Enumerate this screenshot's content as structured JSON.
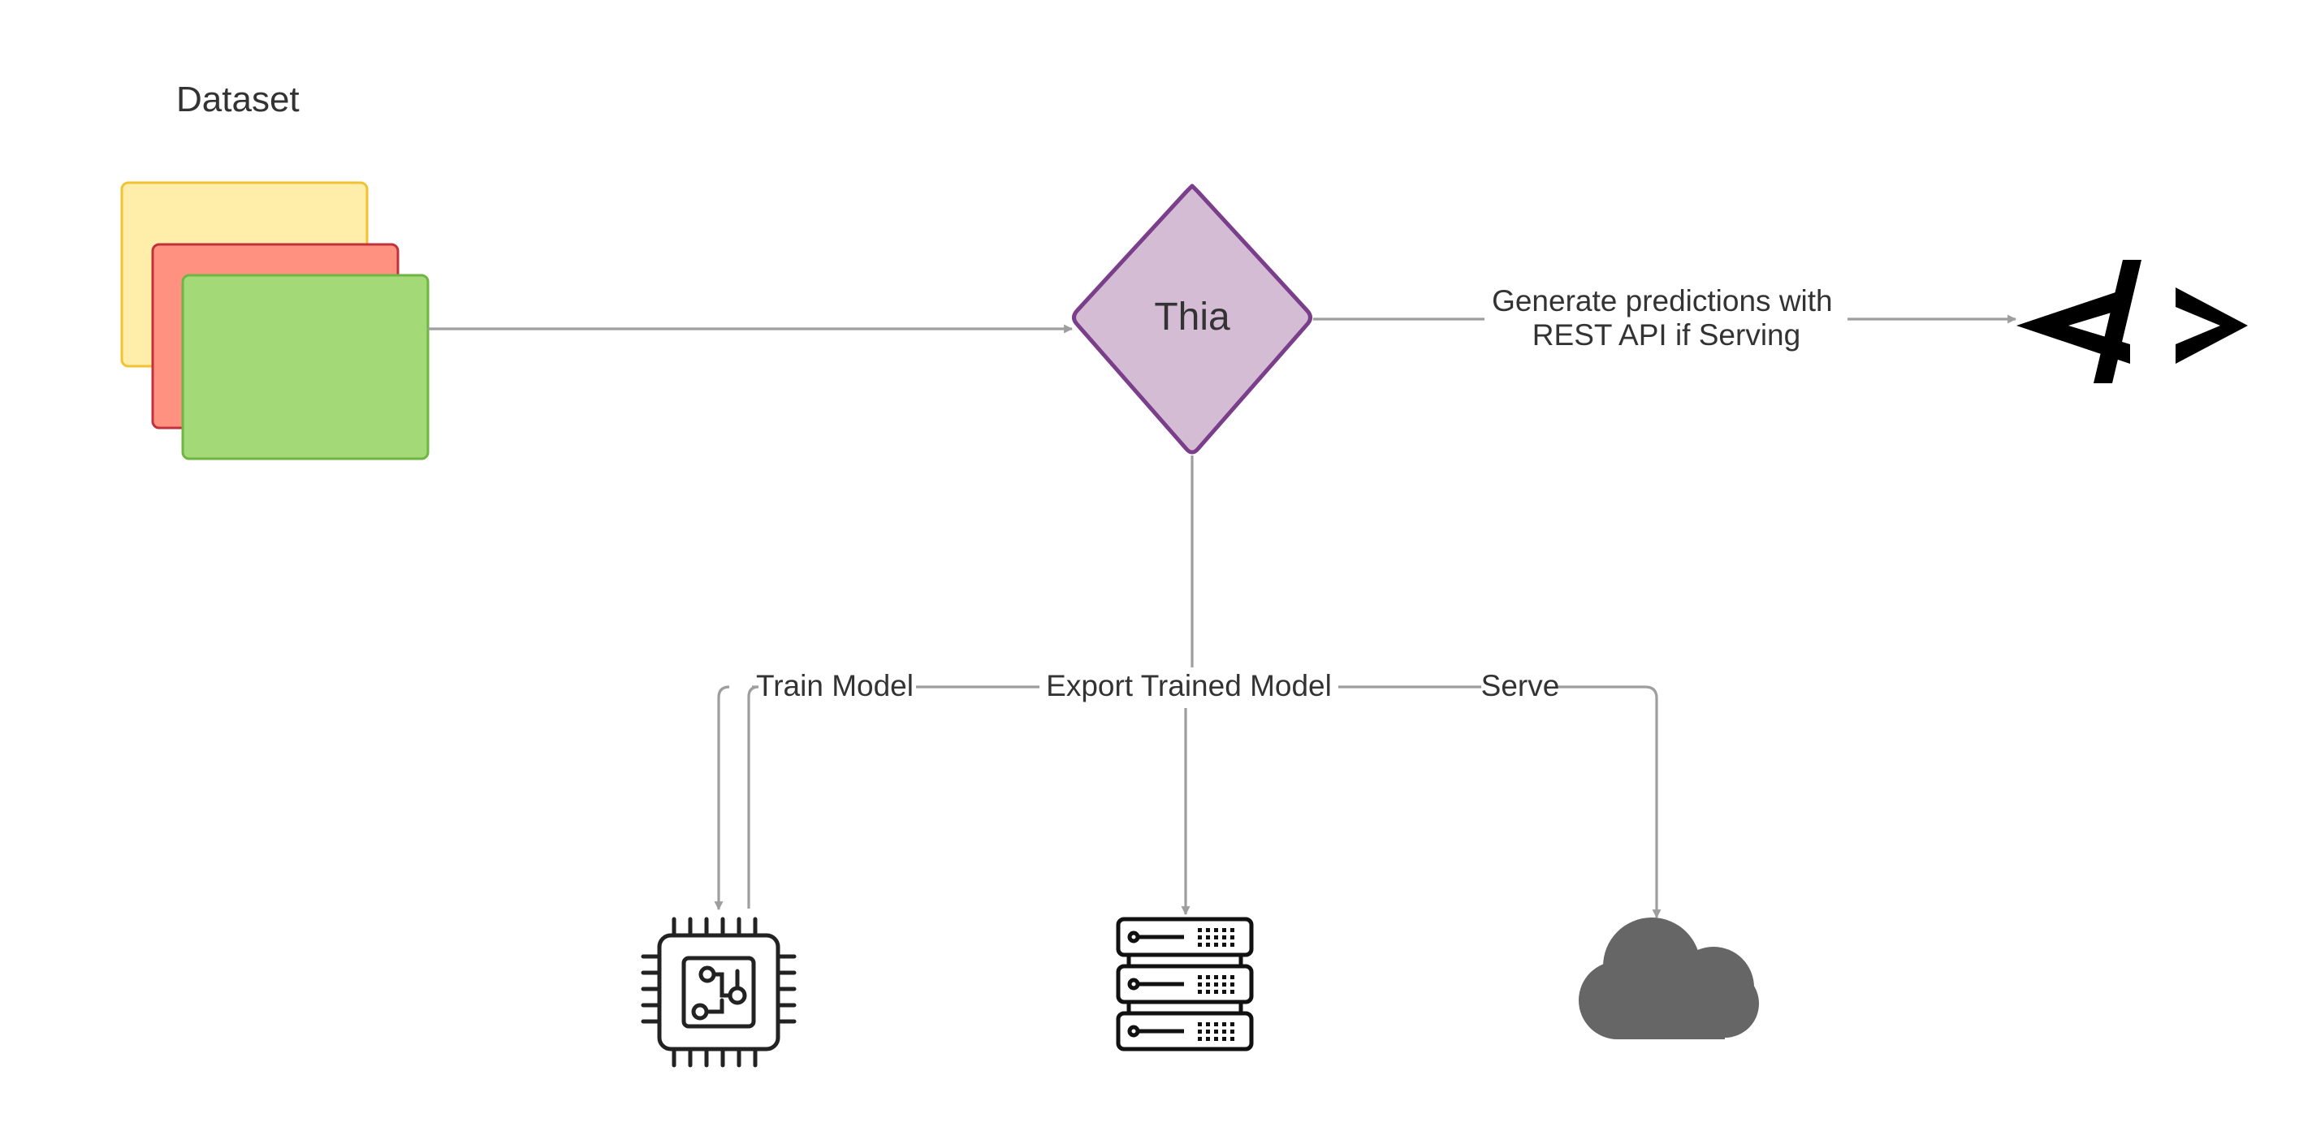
{
  "title": "Dataset",
  "colors": {
    "edge": "#9e9e9e",
    "text": "#333333",
    "card_yellow_fill": "#ffeeaa",
    "card_yellow_stroke": "#f1c232",
    "card_red_fill": "#ff9180",
    "card_red_stroke": "#c0313c",
    "card_green_fill": "#a3d977",
    "card_green_stroke": "#6fb543",
    "diamond_fill": "#d3bcd4",
    "diamond_stroke": "#7a3e8a",
    "cloud": "#666666",
    "icon_dark": "#222222"
  },
  "nodes": {
    "dataset_stack": {
      "cards": [
        "yellow",
        "red",
        "green"
      ]
    },
    "thia": {
      "label": "Thia",
      "shape": "diamond"
    },
    "code_output": {
      "icon": "code-icon",
      "glyph": "</>"
    },
    "chip": {
      "icon": "circuit-chip-icon"
    },
    "server": {
      "icon": "server-rack-icon"
    },
    "cloud": {
      "icon": "cloud-icon"
    }
  },
  "edges": {
    "dataset_to_thia": {
      "label": ""
    },
    "thia_to_code": {
      "label_lines": [
        "Generate predictions with",
        "REST API if Serving"
      ]
    },
    "thia_to_chip": {
      "label": "Train Model"
    },
    "thia_to_server": {
      "label": "Export Trained Model"
    },
    "thia_to_cloud": {
      "label": "Serve"
    }
  }
}
